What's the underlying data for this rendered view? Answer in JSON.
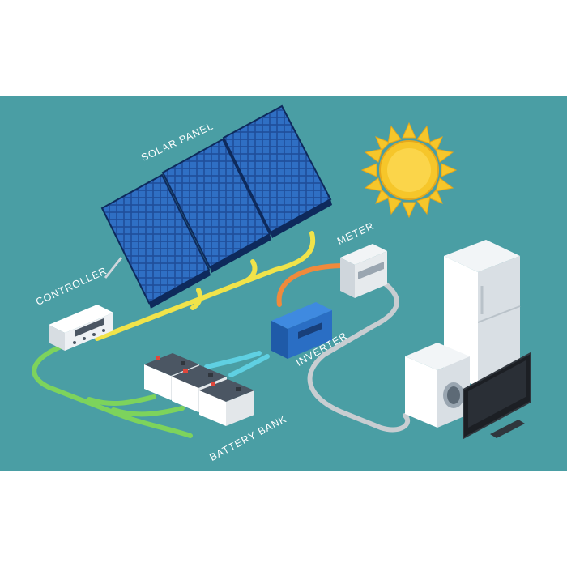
{
  "labels": {
    "solar_panel": "SOLAR PANEL",
    "controller": "CONTROLLER",
    "meter": "METER",
    "inverter": "INVERTER",
    "battery_bank": "BATTERY BANK"
  },
  "colors": {
    "background": "#4a9ea4",
    "panel": "#1f4e9a",
    "panel_cell": "#2f6fc4",
    "wire_panel": "#f0e34a",
    "wire_battery": "#7dd35c",
    "wire_inverter": "#5fd0e2",
    "wire_meter": "#f08a3c",
    "wire_load": "#c8cdd1",
    "sun": "#f6c62a",
    "inverter": "#2a6ec4"
  },
  "icons": [
    "sun-icon",
    "solar-panel-icon",
    "controller-icon",
    "battery-icon",
    "inverter-icon",
    "meter-icon",
    "refrigerator-icon",
    "washing-machine-icon",
    "tv-icon"
  ]
}
